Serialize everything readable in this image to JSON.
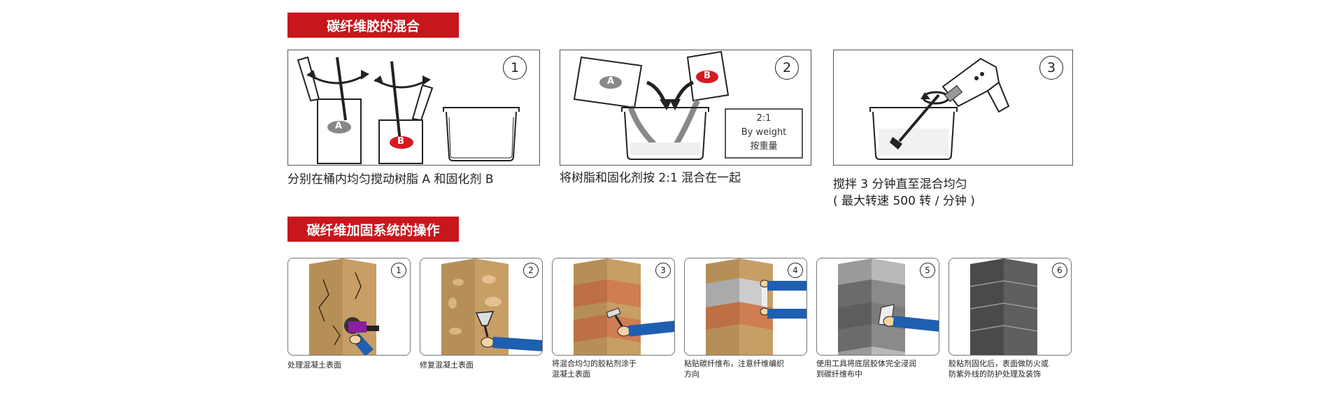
{
  "section1": {
    "title": "碳纤维胶的混合",
    "steps": [
      {
        "number": "1",
        "caption": "分别在桶内均匀搅动树脂 A 和固化剂 B",
        "labelA": "A",
        "labelB": "B"
      },
      {
        "number": "2",
        "caption": "将树脂和固化剂按 2:1 混合在一起",
        "labelA": "A",
        "labelB": "B",
        "ratio": "2:1",
        "ratio_en": "By weight",
        "ratio_cn": "按重量"
      },
      {
        "number": "3",
        "caption_line1": "搅拌 3 分钟直至混合均匀",
        "caption_line2": "( 最大转速 500 转 / 分钟 )"
      }
    ]
  },
  "section2": {
    "title": "碳纤维加固系统的操作",
    "steps": [
      {
        "number": "1",
        "caption": "处理混凝土表面"
      },
      {
        "number": "2",
        "caption": "修复混凝土表面"
      },
      {
        "number": "3",
        "caption_line1": "将混合均匀的胶粘剂涂于",
        "caption_line2": "混凝土表面"
      },
      {
        "number": "4",
        "caption_line1": "粘贴碳纤维布，注意纤维编织",
        "caption_line2": "方向"
      },
      {
        "number": "5",
        "caption_line1": "使用工具将底层胶体完全浸润",
        "caption_line2": "到碳纤维布中"
      },
      {
        "number": "6",
        "caption_line1": "胶粘剂固化后，表面做防火或",
        "caption_line2": "防紫外线的防护处理及装饰"
      }
    ]
  },
  "colors": {
    "banner": "#c8161d",
    "column_tan": "#b8925a",
    "sleeve_blue": "#1f5fb0",
    "fiber_gray": "#5a5a5a"
  }
}
